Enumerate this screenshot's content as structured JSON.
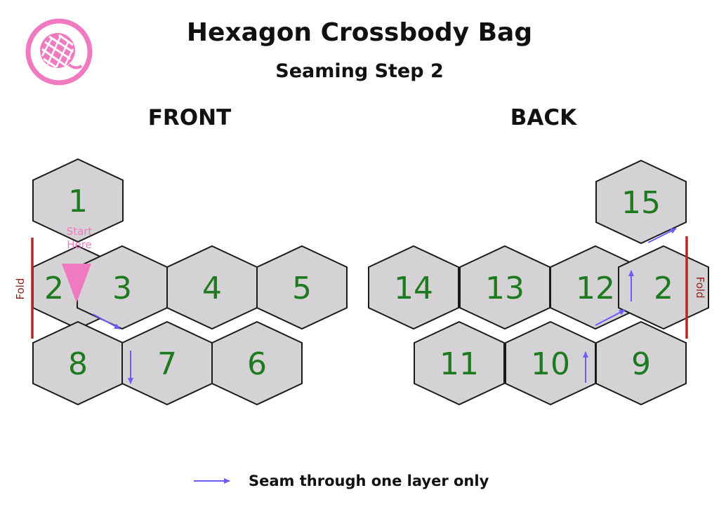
{
  "header": {
    "title": "Hexagon Crossbody Bag",
    "subtitle": "Seaming Step 2"
  },
  "logo": {
    "icon": "yarn-ball-icon",
    "ring_color": "#f07ac0"
  },
  "panels": {
    "front": {
      "label": "FRONT",
      "fold_label": "Fold"
    },
    "back": {
      "label": "BACK",
      "fold_label": "Fold"
    }
  },
  "front_hexes": [
    "1",
    "2",
    "3",
    "4",
    "5",
    "8",
    "7",
    "6"
  ],
  "back_hexes": [
    "15",
    "14",
    "13",
    "12",
    "2",
    "11",
    "10",
    "9"
  ],
  "start_marker": {
    "line1": "Start",
    "line2": "Here",
    "color": "#f07ac0"
  },
  "legend": {
    "text": "Seam through one layer only",
    "arrow_color": "#6a5cff"
  },
  "colors": {
    "hex_fill": "#d5d2d5",
    "hex_stroke": "#1a1a1a",
    "number": "#1e7a1e",
    "fold_line": "#b22a2a",
    "fold_text": "#8b1f1f",
    "seam_arrow": "#6a5cff"
  }
}
